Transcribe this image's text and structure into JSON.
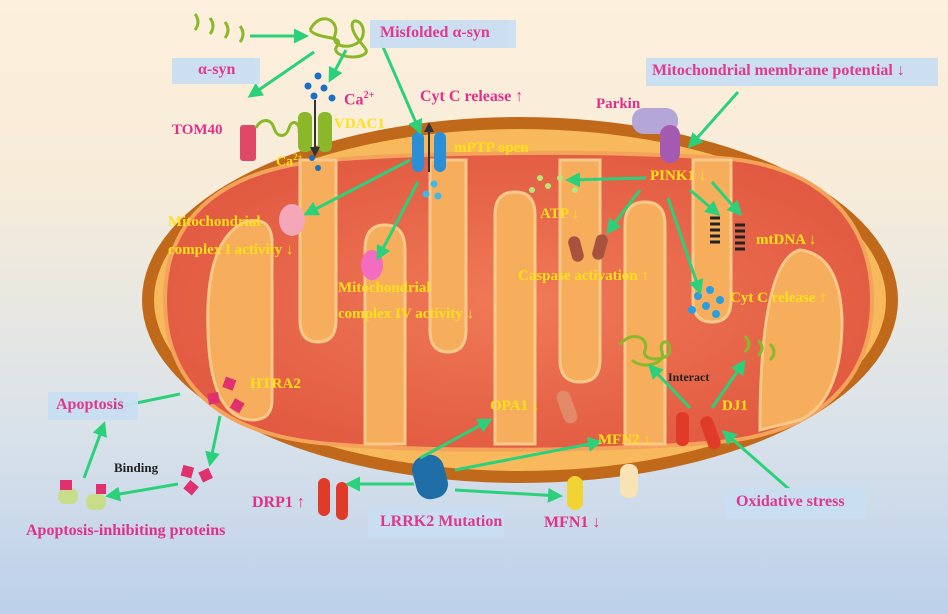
{
  "labels": {
    "misfolded": "Misfolded α-syn",
    "asyn": "α-syn",
    "ca_outer": "Ca",
    "ca_inner": "Ca",
    "ca_sup": "2+",
    "tom40": "TOM40",
    "vdac1": "VDAC1",
    "cytc1": "Cyt C release ↑",
    "mptp": "mPTP open",
    "mmp": "Mitochondrial membrane potential ↓",
    "parkin": "Parkin",
    "pink1": "PINK1 ↓",
    "atp": "ATP ↓",
    "mtdna": "mtDNA ↓",
    "caspase": "Caspase activation ↑",
    "cytc2": "Cyt C release ↑",
    "complex1_l1": "Mitochondrial",
    "complex1_l2": "complex I activity ↓",
    "complex4_l1": "Mitochondrial",
    "complex4_l2": "complex IV activity ↓",
    "htra2": "HTRA2",
    "apoptosis": "Apoptosis",
    "binding": "Binding",
    "apip": "Apoptosis-inhibiting proteins",
    "opa1": "OPA1 ↓",
    "mfn2": "MFN2 ↓",
    "interact": "Interact",
    "dj1": "DJ1",
    "drp1": "DRP1 ↑",
    "lrrk2": "LRRK2 Mutation",
    "mfn1": "MFN1 ↓",
    "oxidative": "Oxidative stress"
  },
  "colors": {
    "arrow": "#2bd17a",
    "magenta_text": "#e0308a",
    "yellow_text": "#ffe01a",
    "outer_membrane": "#c0691a",
    "intermembrane": "#f7b95b",
    "matrix": "#e9704f",
    "cristae_fill": "#f6b05a",
    "label_box": "#c9dff2"
  }
}
